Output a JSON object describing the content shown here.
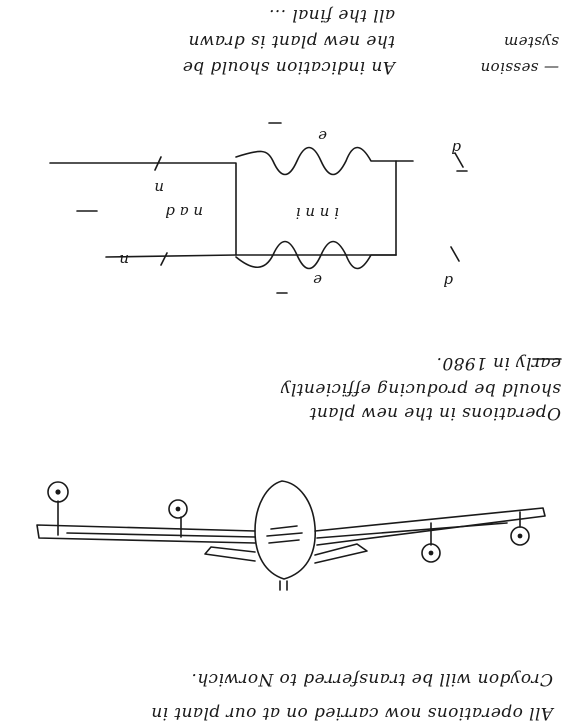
{
  "notes_top": {
    "line1": "All operations now carried on at our plant in",
    "line2": "Croydon will be transferred to Norwich."
  },
  "notes_middle": {
    "line1": "Operations in the new plant",
    "line2": "should be producing efficiently",
    "line3": "early in 1980."
  },
  "notes_bottom": {
    "line1": "An indication should be",
    "line2": "the new plant is drawn",
    "line3": "all the final ...",
    "side1": "— session",
    "side2": "system"
  },
  "diagram_labels": {
    "left_top": "n",
    "left_bottom": "n",
    "inner_left": "i n n i",
    "inner_right": "n a d",
    "right_top": "e",
    "right_bottom": "e",
    "side_top": "d",
    "side_bottom": "d"
  }
}
